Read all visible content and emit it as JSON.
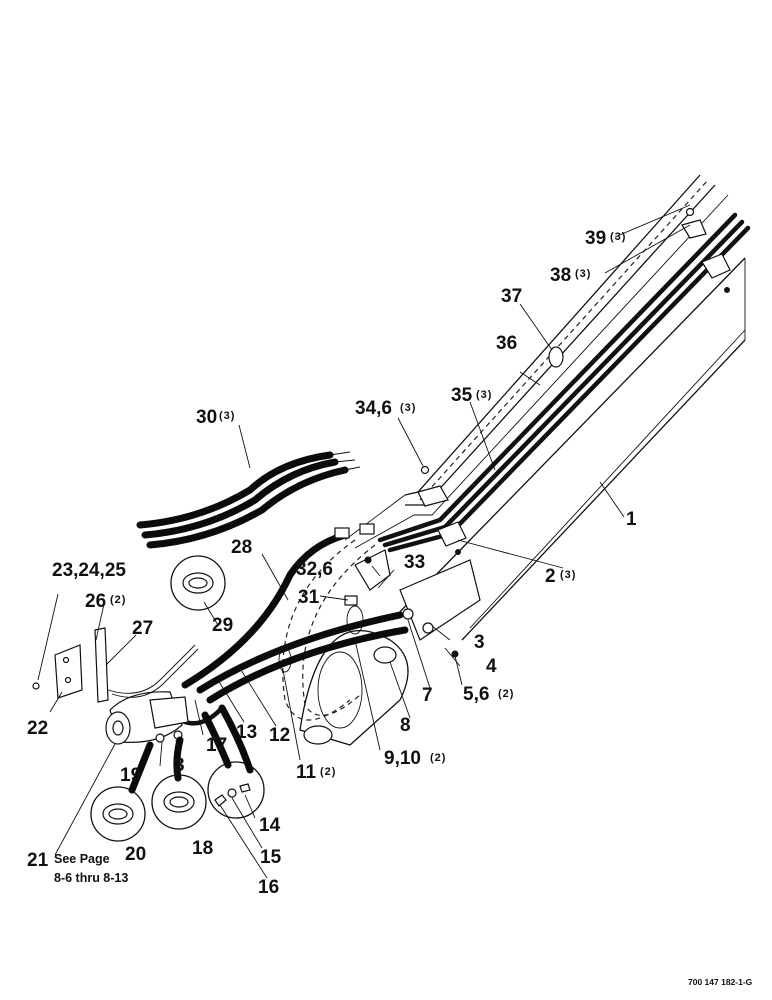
{
  "callouts": {
    "c1": "1",
    "c2": "2",
    "c2_qty": "(3)",
    "c3a": "3",
    "c3b": "3",
    "c4": "4",
    "c5_6": "5,6",
    "c5_6_qty": "(2)",
    "c7": "7",
    "c8": "8",
    "c9_10": "9,10",
    "c9_10_qty": "(2)",
    "c11": "11",
    "c11_qty": "(2)",
    "c12": "12",
    "c13": "13",
    "c14": "14",
    "c15": "15",
    "c16": "16",
    "c17": "17",
    "c18": "18",
    "c19": "19",
    "c20": "20",
    "c21": "21",
    "c21_note_line1": "See Page",
    "c21_note_line2": "8-6 thru 8-13",
    "c22": "22",
    "c23_24_25": "23,24,25",
    "c26": "26",
    "c26_qty": "(2)",
    "c27": "27",
    "c28": "28",
    "c29": "29",
    "c30": "30",
    "c30_qty": "(3)",
    "c31": "31",
    "c32_6": "32,6",
    "c33": "33",
    "c34_6": "34,6",
    "c34_6_qty": "(3)",
    "c35": "35",
    "c35_qty": "(3)",
    "c36": "36",
    "c37": "37",
    "c38": "38",
    "c38_qty": "(3)",
    "c39": "39",
    "c39_qty": "(3)"
  },
  "figure_code": "700 147 182-1-G"
}
